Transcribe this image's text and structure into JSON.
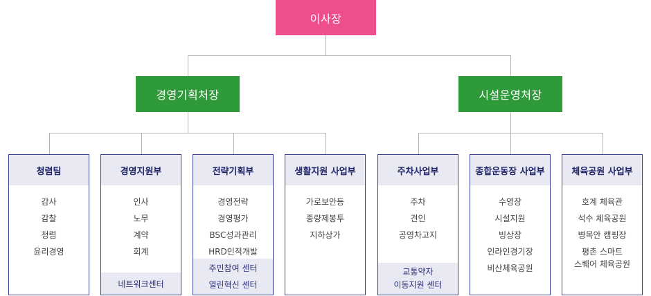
{
  "root": "이사장",
  "branches": [
    "경영기획처장",
    "시설운영처장"
  ],
  "departments": [
    {
      "title": "청렴팀",
      "items": [
        "감사",
        "감찰",
        "청렴",
        "윤리경영"
      ],
      "footer": []
    },
    {
      "title": "경영지원부",
      "items": [
        "인사",
        "노무",
        "계약",
        "회계"
      ],
      "footer": [
        "네트워크센터"
      ]
    },
    {
      "title": "전략기획부",
      "items": [
        "경영전략",
        "경영평가",
        "BSC성과관리",
        "HRD인적개발"
      ],
      "footer": [
        "주민참여 센터",
        "열린혁신 센터"
      ]
    },
    {
      "title": "생활지원 사업부",
      "items": [
        "가로보안등",
        "종량제봉투",
        "지하상가"
      ],
      "footer": []
    },
    {
      "title": "주차사업부",
      "items": [
        "주차",
        "견인",
        "공영차고지"
      ],
      "footer": [
        "교통약자",
        "이동지원 센터"
      ]
    },
    {
      "title": "종합운동장 사업부",
      "items": [
        "수영장",
        "시설지원",
        "빙상장",
        "인라인경기장",
        "비산체육공원"
      ],
      "footer": []
    },
    {
      "title": "체육공원 사업부",
      "items": [
        "호계 체육관",
        "석수 체육공원",
        "병목안 캠핑장",
        "평촌 스마트\n스퀘어 체육공원"
      ],
      "footer": []
    }
  ],
  "colors": {
    "root": "#ef4e8c",
    "branch": "#2f9a3a",
    "dept_border": "#3a3f9c",
    "dept_header": "#e8e9f3",
    "connector": "#b3b3b3"
  }
}
